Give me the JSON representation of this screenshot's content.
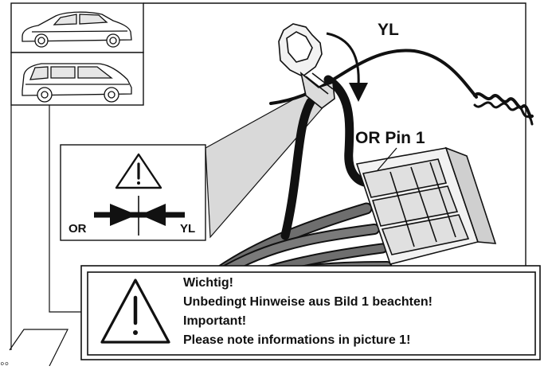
{
  "wire_labels": {
    "yellow_wire": "YL",
    "orange_pin": "OR Pin 1"
  },
  "detail_box": {
    "left_label": "OR",
    "right_label": "YL",
    "icon": "warning-triangle-icon"
  },
  "notice_box": {
    "icon": "warning-triangle-icon",
    "lines": [
      "Wichtig!",
      "Unbedingt Hinweise aus Bild 1 beachten!",
      "Important!",
      "Please note informations in picture 1!"
    ]
  },
  "thumbnails": [
    {
      "icon": "hatchback-car-icon"
    },
    {
      "icon": "minivan-car-icon"
    }
  ],
  "colors": {
    "line": "#111111",
    "connector": "#f2f2f2",
    "wire_bundle": "#6e6e6e",
    "callout_fill": "#d9d9d9"
  }
}
